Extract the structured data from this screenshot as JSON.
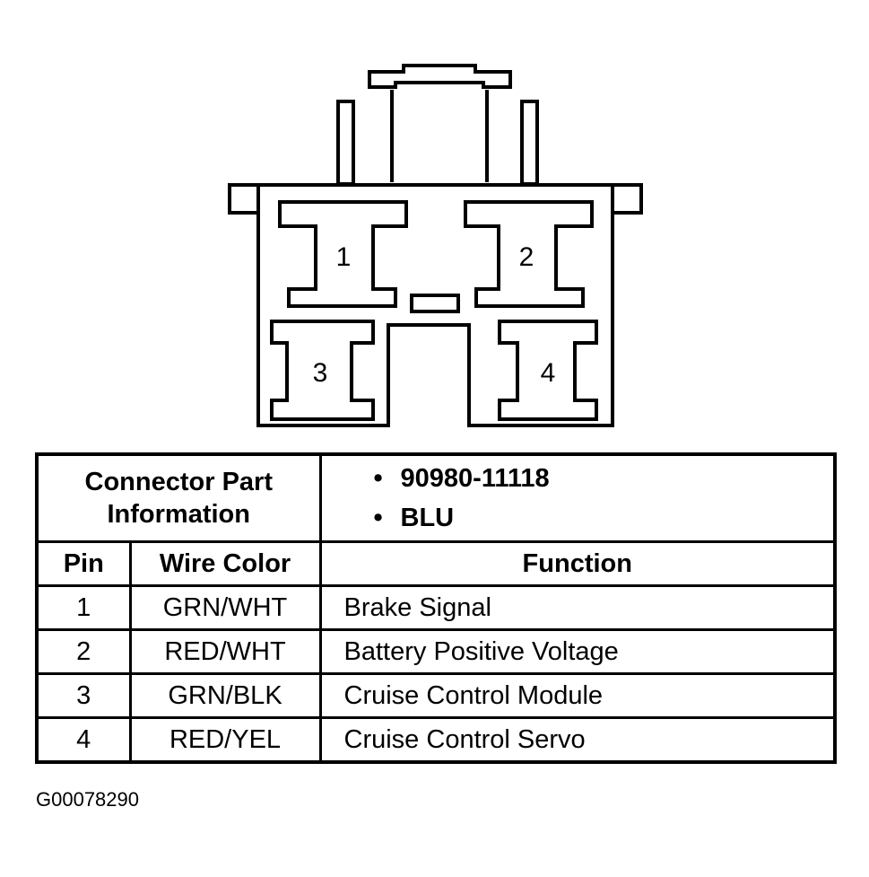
{
  "connector": {
    "pins": [
      "1",
      "2",
      "3",
      "4"
    ]
  },
  "table": {
    "header_title_line1": "Connector Part",
    "header_title_line2": "Information",
    "part_info": [
      "90980-11118",
      "BLU"
    ],
    "bullet_char": "•",
    "columns": {
      "pin": "Pin",
      "wire_color": "Wire Color",
      "function": "Function"
    },
    "rows": [
      {
        "pin": "1",
        "wire_color": "GRN/WHT",
        "function": "Brake Signal"
      },
      {
        "pin": "2",
        "wire_color": "RED/WHT",
        "function": "Battery Positive Voltage"
      },
      {
        "pin": "3",
        "wire_color": "GRN/BLK",
        "function": "Cruise Control Module"
      },
      {
        "pin": "4",
        "wire_color": "RED/YEL",
        "function": "Cruise Control Servo"
      }
    ]
  },
  "figure_id": "G00078290"
}
